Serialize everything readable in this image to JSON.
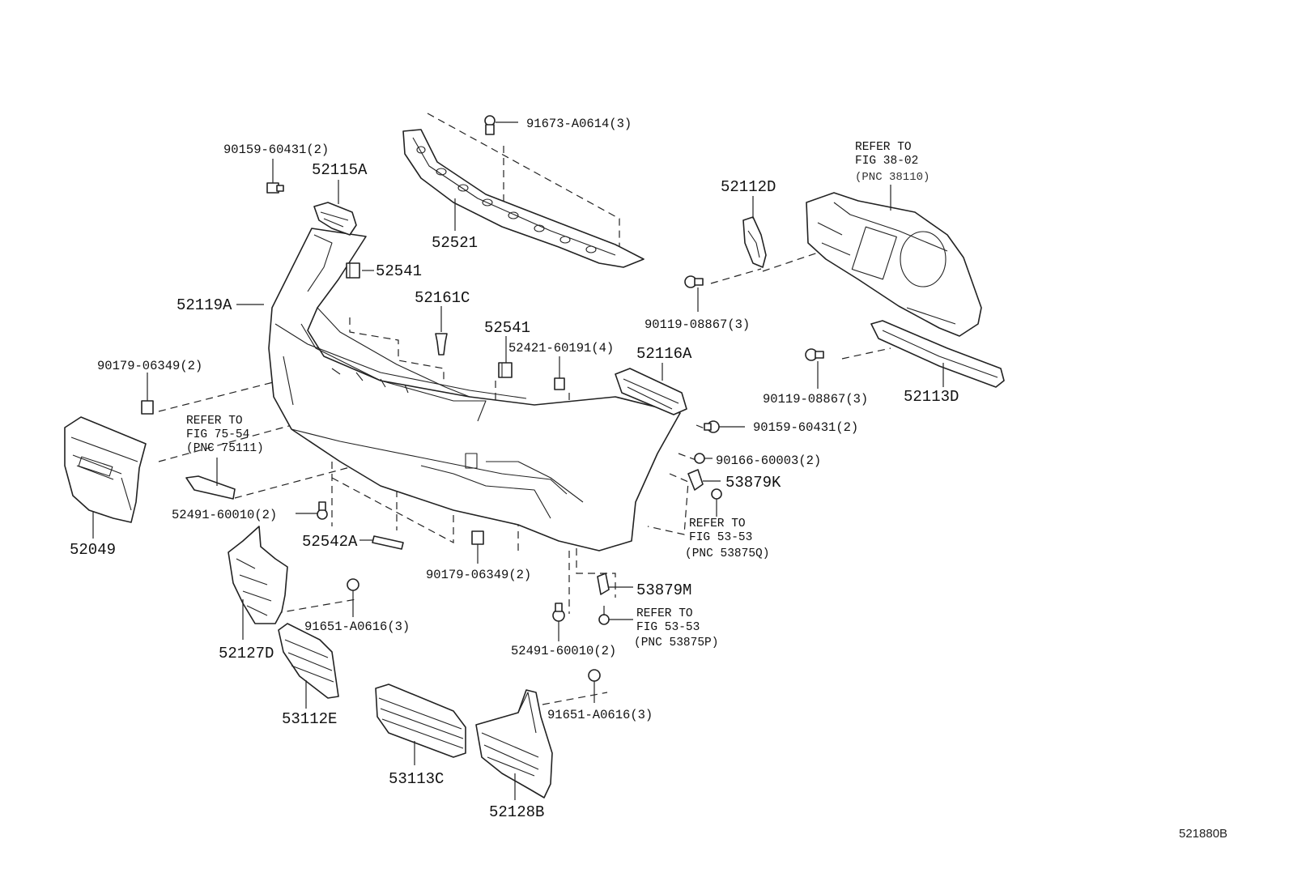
{
  "diagram_code": "521880B",
  "labels": {
    "p91673": "91673-A0614(3)",
    "p90159_top": "90159-60431(2)",
    "p52115A": "52115A",
    "p52521": "52521",
    "p52541_a": "52541",
    "p52119A": "52119A",
    "p52161C": "52161C",
    "p52541_b": "52541",
    "p52421": "52421-60191(4)",
    "p52116A": "52116A",
    "p90179_left": "90179-06349(2)",
    "p52112D": "52112D",
    "p90119_a": "90119-08867(3)",
    "p90119_b": "90119-08867(3)",
    "p52113D": "52113D",
    "p90159_right": "90159-60431(2)",
    "p90166": "90166-60003(2)",
    "p53879K": "53879K",
    "p52491_left": "52491-60010(2)",
    "p52542A": "52542A",
    "p52049": "52049",
    "p90179_mid": "90179-06349(2)",
    "p53879M": "53879M",
    "p91651_a": "91651-A0616(3)",
    "p52127D": "52127D",
    "p52491_mid": "52491-60010(2)",
    "p53112E": "53112E",
    "p91651_b": "91651-A0616(3)",
    "p53113C": "53113C",
    "p52128B": "52128B"
  },
  "references": {
    "ref_38": {
      "line1": "REFER TO",
      "line2": "FIG 38-02",
      "line3": "(PNC 38110)"
    },
    "ref_75": {
      "line1": "REFER TO",
      "line2": "FIG 75-54",
      "line3": "(PNC 75111)"
    },
    "ref_53q": {
      "line1": "REFER TO",
      "line2": "FIG 53-53",
      "line3": "(PNC 53875Q)"
    },
    "ref_53p": {
      "line1": "REFER TO",
      "line2": "FIG 53-53",
      "line3": "(PNC 53875P)"
    }
  }
}
